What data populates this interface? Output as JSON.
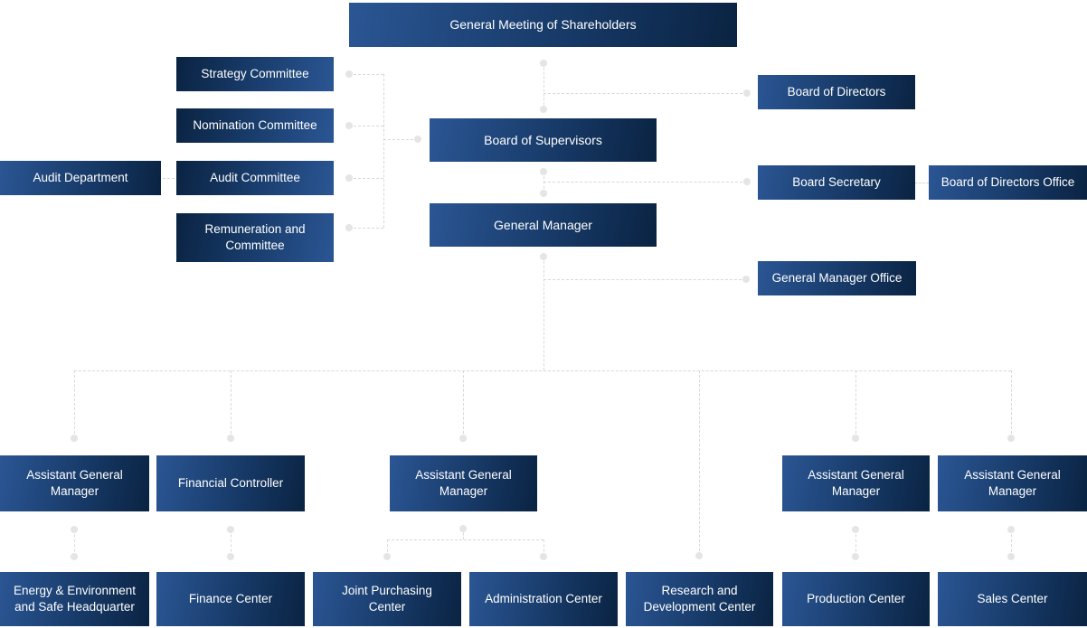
{
  "colors": {
    "box_gradient_light": "#2b5694",
    "box_gradient_dark": "#0a2342",
    "box_text": "#ffffff",
    "connector_line": "#d8d8d8",
    "connector_dot": "#e5e5e5",
    "background": "#ffffff"
  },
  "nodes": {
    "gms": {
      "label": "General Meeting of Shareholders"
    },
    "strategy": {
      "label": "Strategy Committee"
    },
    "nomination": {
      "label": "Nomination Committee"
    },
    "audit_committee": {
      "label": "Audit Committee"
    },
    "remuneration": {
      "label": "Remuneration and Committee"
    },
    "audit_department": {
      "label": "Audit Department"
    },
    "board_supervisors": {
      "label": "Board of Supervisors"
    },
    "general_manager": {
      "label": "General Manager"
    },
    "board_directors": {
      "label": "Board of Directors"
    },
    "board_secretary": {
      "label": "Board Secretary"
    },
    "bod_office": {
      "label": "Board of Directors Office"
    },
    "gm_office": {
      "label": "General Manager Office"
    },
    "agm1": {
      "label": "Assistant General Manager"
    },
    "financial_controller": {
      "label": "Financial Controller"
    },
    "agm3": {
      "label": "Assistant General Manager"
    },
    "agm4": {
      "label": "Assistant General Manager"
    },
    "agm5": {
      "label": "Assistant General Manager"
    },
    "energy_headquarter": {
      "label": "Energy & Environment and Safe Headquarter"
    },
    "finance_center": {
      "label": "Finance Center"
    },
    "joint_purchasing": {
      "label": "Joint Purchasing Center"
    },
    "admin_center": {
      "label": "Administration Center"
    },
    "rd_center": {
      "label": "Research and Development Center"
    },
    "production_center": {
      "label": "Production Center"
    },
    "sales_center": {
      "label": "Sales Center"
    }
  }
}
